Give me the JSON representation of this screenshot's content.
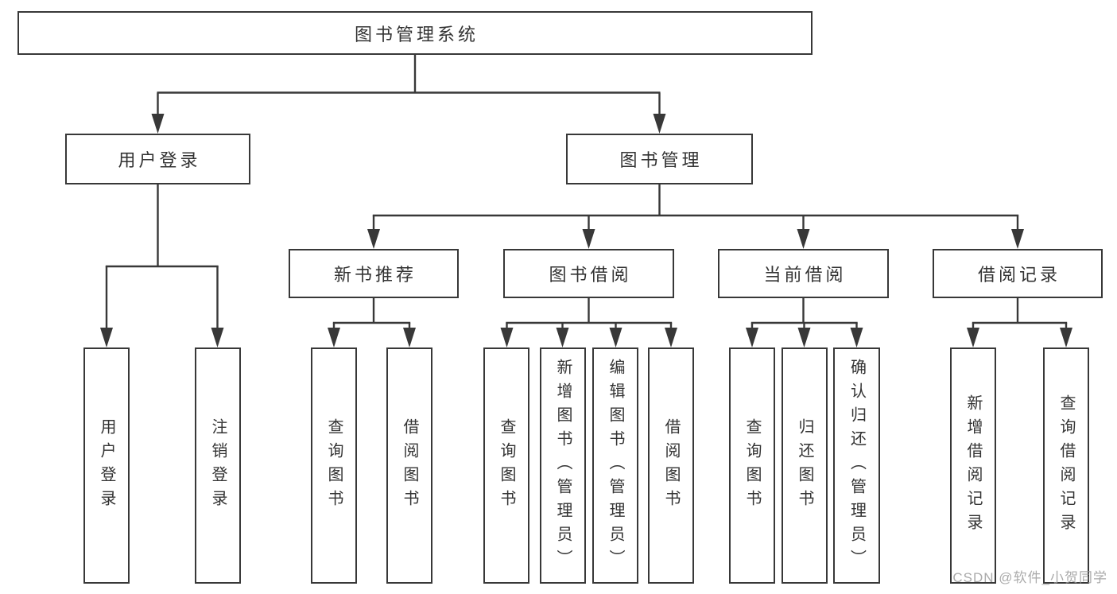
{
  "diagram": {
    "root_label": "图书管理系统",
    "level2": [
      "用户登录",
      "图书管理"
    ],
    "level3": [
      "新书推荐",
      "图书借阅",
      "当前借阅",
      "借阅记录"
    ],
    "leaves_login": [
      "用户登录",
      "注销登录"
    ],
    "leaves_newbook": [
      "查询图书",
      "借阅图书"
    ],
    "leaves_borrow": [
      "查询图书",
      "新增图书（管理员）",
      "编辑图书（管理员）",
      "借阅图书"
    ],
    "leaves_current": [
      "查询图书",
      "归还图书",
      "确认归还（管理员）"
    ],
    "leaves_records": [
      "新增借阅记录",
      "查询借阅记录"
    ]
  },
  "watermark": "CSDN @软件_小贺同学",
  "colors": {
    "line": "#383838",
    "text": "#333333",
    "watermark": "#9c9c9c",
    "background": "#ffffff"
  }
}
